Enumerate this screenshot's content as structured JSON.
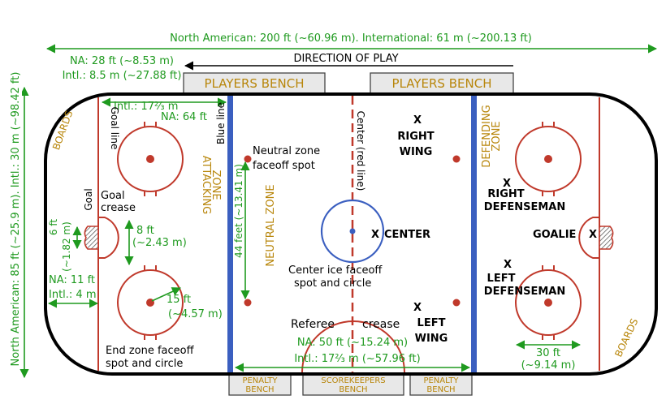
{
  "colors": {
    "red_line": "#c0392b",
    "blue_line": "#3b5fc0",
    "annotation_green": "#1f9a1f",
    "zone_gold": "#b8860b",
    "bench_fill": "#e8e8e8"
  },
  "length_dim": "North American: 200 ft (~60.96 m). International: 61 m (~200.13 ft)",
  "direction_of_play": "DIRECTION OF PLAY",
  "na_28": "NA: 28 ft (~8.53 m)",
  "intl_85": "Intl.: 8.5 m (~27.88 ft)",
  "width_dim": "North American: 85 ft (~25.9 m). Intl.: 30 m (~98.42 ft)",
  "players_bench_left": "PLAYERS BENCH",
  "players_bench_right": "PLAYERS BENCH",
  "intl_17": "Intl.: 17⅔ m",
  "na_64": "NA: 64 ft",
  "boards_left": "BOARDS",
  "boards_right": "BOARDS",
  "goal_line": "Goal line",
  "blue_line": "Blue line",
  "center_red_line": "Center (red line)",
  "neutral_zone_faceoff_1": "Neutral zone",
  "neutral_zone_faceoff_2": "faceoff spot",
  "feet_44": "44 feet (~13.41 m)",
  "neutral_zone": "NEUTRAL ZONE",
  "attacking_zone_1": "ATTACKING",
  "attacking_zone_2": "ZONE",
  "defending_zone_1": "DEFENDING",
  "defending_zone_2": "ZONE",
  "goal": "Goal",
  "goal_crease_1": "Goal",
  "goal_crease_2": "crease",
  "ft_6": "6 ft",
  "m_182": "(~1.82 m)",
  "ft_8": "8 ft",
  "m_243": "(~2.43 m)",
  "na_11": "NA: 11 ft",
  "intl_4": "Intl.: 4 m",
  "ft_15": "15 ft",
  "m_457": "(~4.57 m)",
  "end_zone_1": "End zone faceoff",
  "end_zone_2": "spot and circle",
  "center_ice_1": "Center ice faceoff",
  "center_ice_2": "spot and circle",
  "referee": "Referee",
  "crease": "crease",
  "na_50": "NA: 50 ft (~15.24 m)",
  "intl_17_57": "Intl.: 17⅔ m (~57.96 ft)",
  "x_mark": "X",
  "right_wing_1": "RIGHT",
  "right_wing_2": "WING",
  "center": "CENTER",
  "left_wing_1": "LEFT",
  "left_wing_2": "WING",
  "right_def_1": "RIGHT",
  "right_def_2": "DEFENSEMAN",
  "left_def_1": "LEFT",
  "left_def_2": "DEFENSEMAN",
  "goalie": "GOALIE",
  "ft_30": "30 ft",
  "m_914": "(~9.14 m)",
  "penalty_bench_left_1": "PENALTY",
  "penalty_bench_left_2": "BENCH",
  "scorekeepers_1": "SCOREKEEPERS",
  "scorekeepers_2": "BENCH",
  "penalty_bench_right_1": "PENALTY",
  "penalty_bench_right_2": "BENCH"
}
